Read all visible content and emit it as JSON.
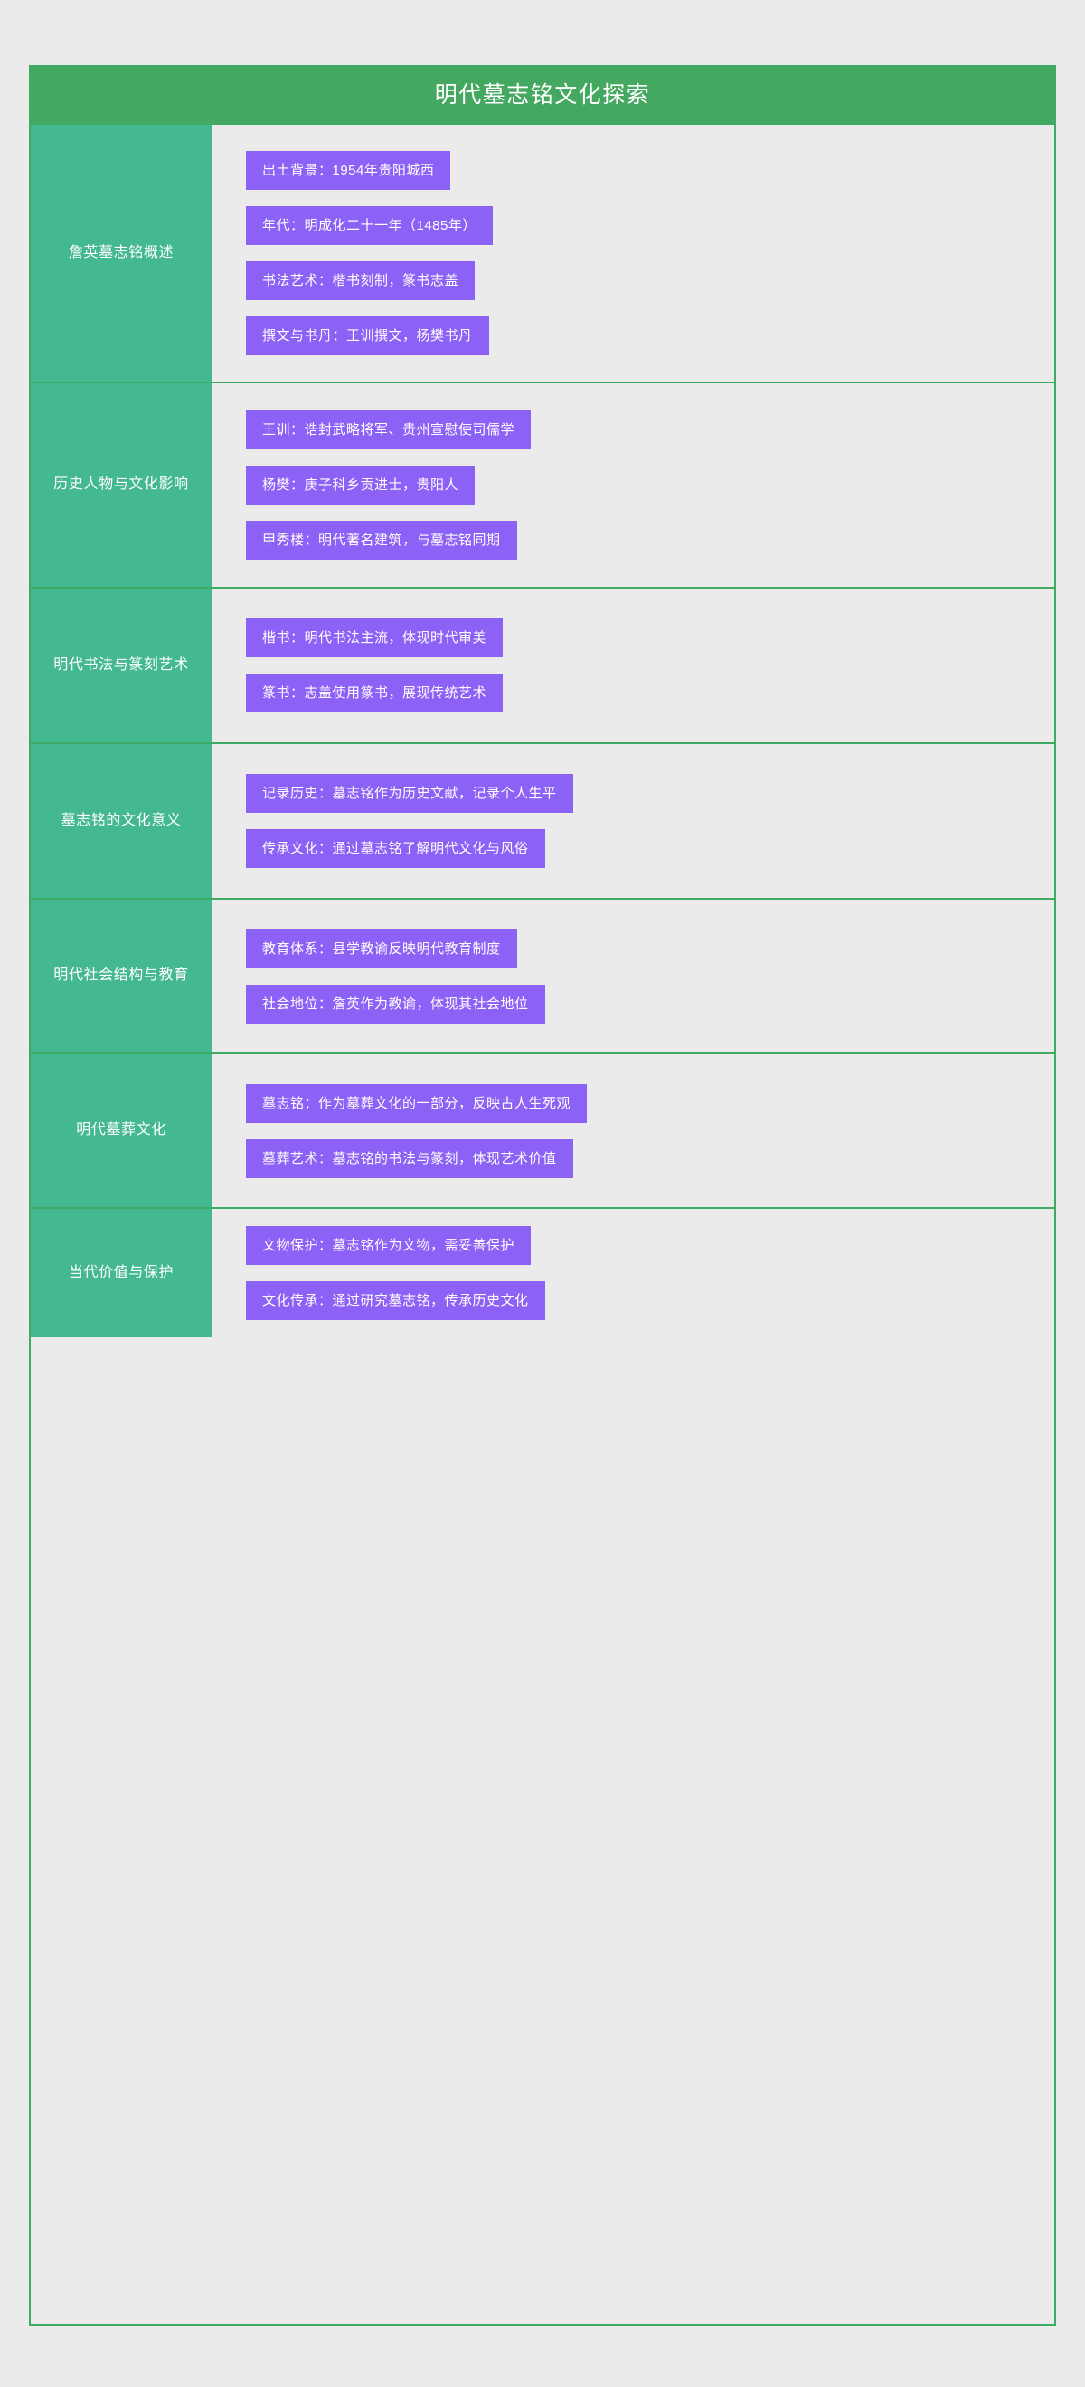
{
  "diagram": {
    "title": "明代墓志铭文化探索",
    "colors": {
      "title_bar": "#44a860",
      "branch_label": "#44b891",
      "item_chip": "#8c61f5",
      "border": "#3faa63",
      "background": "#ebebeb",
      "text_light": "#ffffff"
    },
    "branches": [
      {
        "label": "詹英墓志铭概述",
        "items": [
          "出土背景：1954年贵阳城西",
          "年代：明成化二十一年（1485年）",
          "书法艺术：楷书刻制，篆书志盖",
          "撰文与书丹：王训撰文，杨樊书丹"
        ]
      },
      {
        "label": "历史人物与文化影响",
        "items": [
          "王训：诰封武略将军、贵州宣慰使司儒学",
          "杨樊：庚子科乡贡进士，贵阳人",
          "甲秀楼：明代著名建筑，与墓志铭同期"
        ]
      },
      {
        "label": "明代书法与篆刻艺术",
        "items": [
          "楷书：明代书法主流，体现时代审美",
          "篆书：志盖使用篆书，展现传统艺术"
        ]
      },
      {
        "label": "墓志铭的文化意义",
        "items": [
          "记录历史：墓志铭作为历史文献，记录个人生平",
          "传承文化：通过墓志铭了解明代文化与风俗"
        ]
      },
      {
        "label": "明代社会结构与教育",
        "items": [
          "教育体系：县学教谕反映明代教育制度",
          "社会地位：詹英作为教谕，体现其社会地位"
        ]
      },
      {
        "label": "明代墓葬文化",
        "items": [
          "墓志铭：作为墓葬文化的一部分，反映古人生死观",
          "墓葬艺术：墓志铭的书法与篆刻，体现艺术价值"
        ]
      },
      {
        "label": "当代价值与保护",
        "items": [
          "文物保护：墓志铭作为文物，需妥善保护",
          "文化传承：通过研究墓志铭，传承历史文化"
        ]
      }
    ]
  }
}
